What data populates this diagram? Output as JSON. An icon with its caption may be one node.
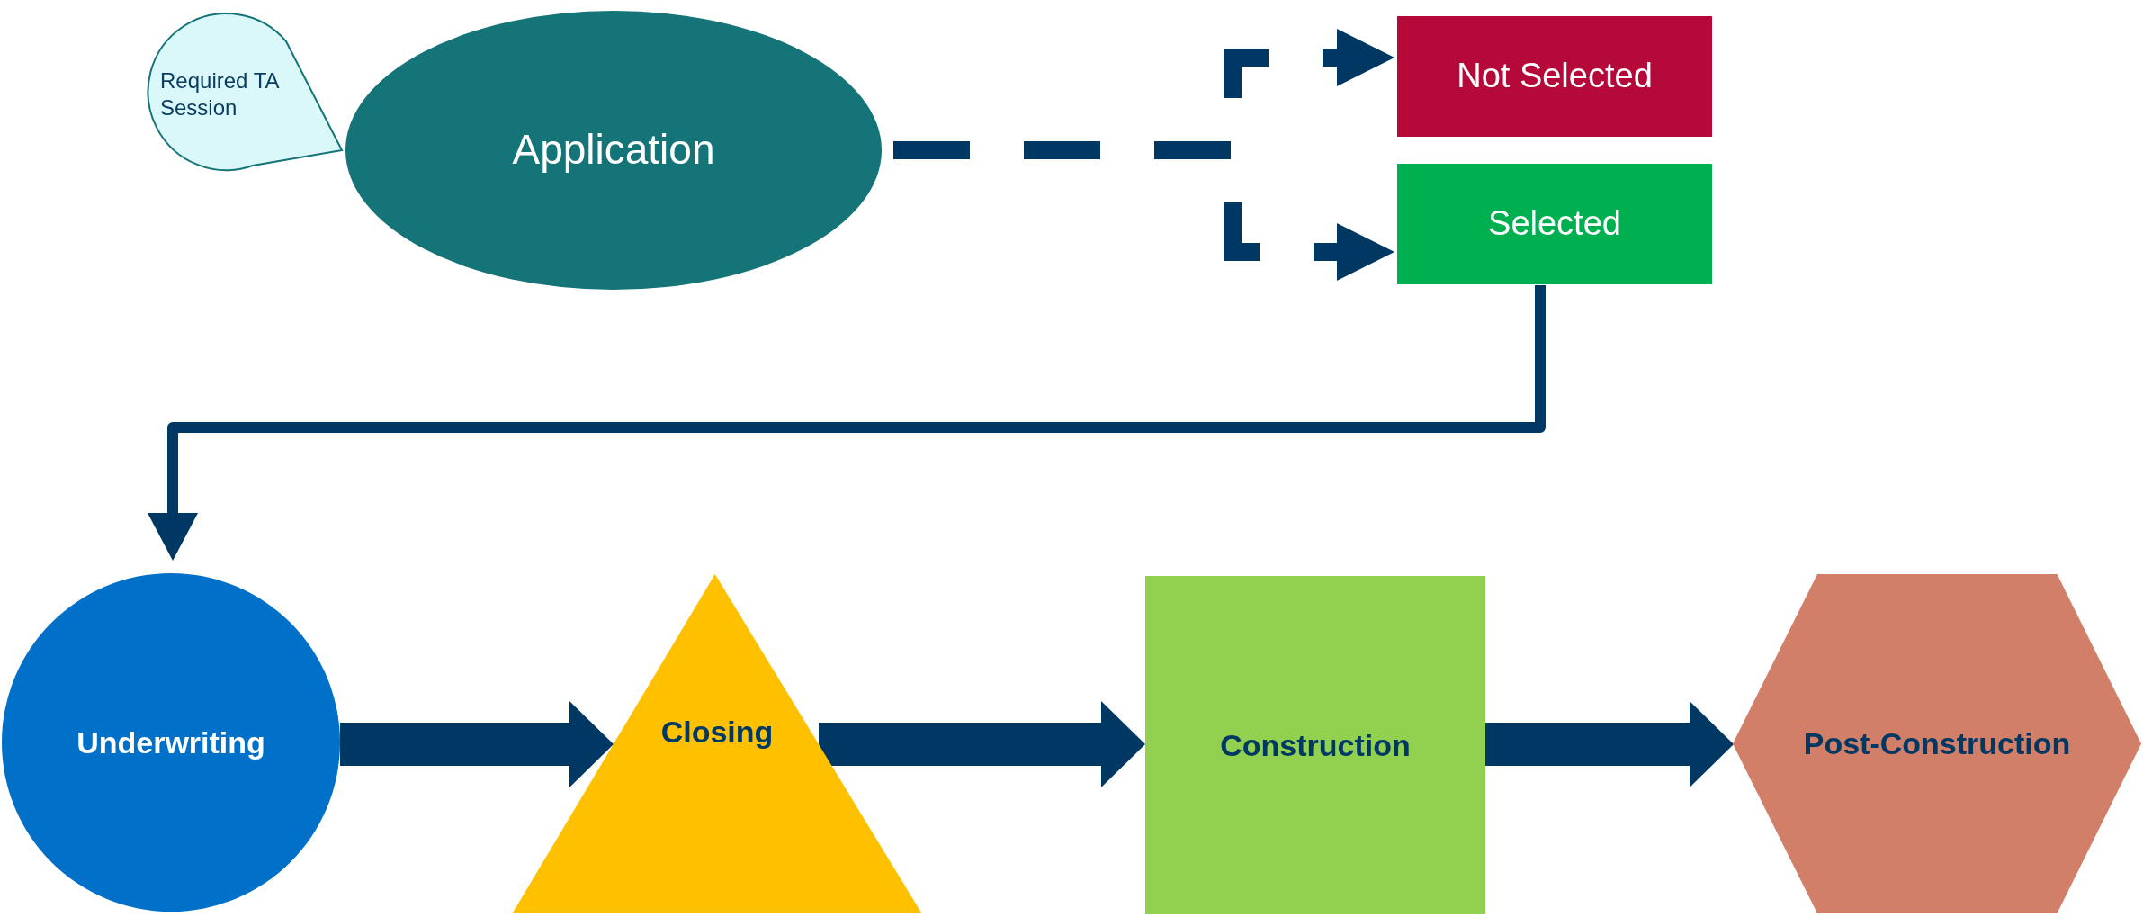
{
  "diagram": {
    "nodes": [
      {
        "text": [
          "Required TA Session"
        ]
      },
      {
        "text": [
          "Application"
        ]
      },
      {
        "text": [
          "Not Selected"
        ]
      },
      {
        "text": [
          "Selected"
        ]
      },
      {
        "text": [
          "Underwriting"
        ]
      },
      {
        "text": [
          "Closing"
        ]
      },
      {
        "text": [
          "Construction"
        ]
      },
      {
        "text": [
          "Post-Construction"
        ]
      }
    ],
    "edges": [
      {
        "from": 1,
        "to": 2,
        "arrow": "to",
        "style": "dashed"
      },
      {
        "from": 1,
        "to": 3,
        "arrow": "to",
        "style": "dashed"
      },
      {
        "from": 3,
        "to": 4,
        "arrow": "to"
      },
      {
        "from": 4,
        "to": 5,
        "arrow": "to",
        "style": "thick"
      },
      {
        "from": 5,
        "to": 6,
        "arrow": "to",
        "style": "thick"
      },
      {
        "from": 6,
        "to": 7,
        "arrow": "to",
        "style": "thick"
      }
    ]
  }
}
